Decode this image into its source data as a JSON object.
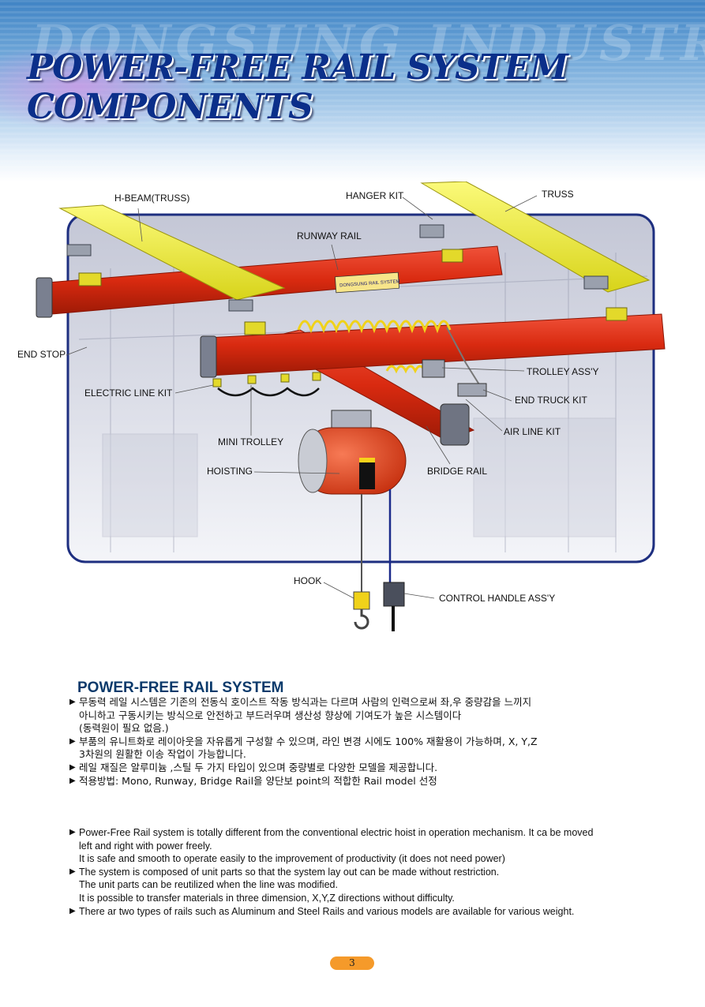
{
  "header": {
    "watermark": "DONGSUNG INDUSTRY",
    "title_line1": "POWER-FREE RAIL SYSTEM",
    "title_line2": "COMPONENTS"
  },
  "diagram": {
    "plate_text": "DONGSUNG RAIL SYSTEM",
    "labels": {
      "h_beam": "H-BEAM(TRUSS)",
      "hanger_kit": "HANGER KIT",
      "truss": "TRUSS",
      "runway_rail": "RUNWAY RAIL",
      "end_stop": "END STOP",
      "trolley_assy": "TROLLEY ASS'Y",
      "electric_line_kit": "ELECTRIC LINE KIT",
      "end_truck_kit": "END TRUCK KIT",
      "air_line_kit": "AIR LINE KIT",
      "mini_trolley": "MINI TROLLEY",
      "hoisting": "HOISTING",
      "bridge_rail": "BRIDGE RAIL",
      "hook": "HOOK",
      "control_handle": "CONTROL HANDLE ASS'Y"
    },
    "colors": {
      "beam": "#f2ef2a",
      "rail": "#d92a10",
      "hoist": "#e0401c",
      "frame": "#1e2f80"
    }
  },
  "description": {
    "title": "POWER-FREE RAIL SYSTEM",
    "korean": [
      {
        "bullet": "▶",
        "text": "무동력 레일 시스템은 기존의 전동식 호이스트 작동 방식과는 다르며 사람의 인력으로써 좌,우 중량감을 느끼지"
      },
      {
        "bullet": "",
        "text": "아니하고 구동시키는 방식으로 안전하고 부드러우며 생산성 향상에 기여도가 높은 시스템이다"
      },
      {
        "bullet": "",
        "text": "(동력원이 필요 없음.)"
      },
      {
        "bullet": "▶",
        "text": "부품의 유니트화로 레이아웃을 자유롭게 구성할 수 있으며, 라인 변경 시에도 100% 재활용이 가능하며, X, Y,Z"
      },
      {
        "bullet": "",
        "text": "3차원의 원활한 이송 작업이 가능합니다."
      },
      {
        "bullet": "▶",
        "text": "레일 재질은 알루미늄 ,스틸 두 가지 타입이 있으며 중량별로 다양한 모델을 제공합니다."
      },
      {
        "bullet": "▶",
        "text": "적용방법: Mono, Runway,  Bridge Rail을 양단보 point의 적합한 Rail model 선정"
      }
    ],
    "english": [
      {
        "bullet": "▶",
        "text": "Power-Free Rail system is totally different from the conventional electric hoist in operation mechanism. It ca be moved"
      },
      {
        "bullet": "",
        "text": "left  and right with power freely."
      },
      {
        "bullet": "",
        "text": "It is safe and smooth to operate easily to the improvement of productivity (it does not need power)"
      },
      {
        "bullet": "▶",
        "text": "The system is composed of unit parts so that the system lay out can be made without restriction."
      },
      {
        "bullet": "",
        "text": "The unit parts can be reutilized when the line was modified."
      },
      {
        "bullet": "",
        "text": "It is possible to transfer materials in three dimension, X,Y,Z directions without difficulty."
      },
      {
        "bullet": "▶",
        "text": "There ar two types of rails such as Aluminum and Steel Rails and various models are available for various weight."
      }
    ]
  },
  "footer": {
    "page_number": "3"
  }
}
